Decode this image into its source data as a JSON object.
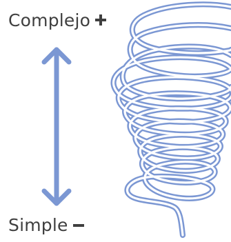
{
  "labels": {
    "top": "Complejo",
    "top_symbol": "plus",
    "bottom": "Simple",
    "bottom_symbol": "minus"
  },
  "colors": {
    "text": "#3f3f3f",
    "accent": "#7b97d3",
    "spiral_fill": "#ffffff"
  },
  "icons": {
    "scale_arrow": "double-headed-vertical-arrow-icon",
    "spiral": "tornado-spiral-icon"
  }
}
